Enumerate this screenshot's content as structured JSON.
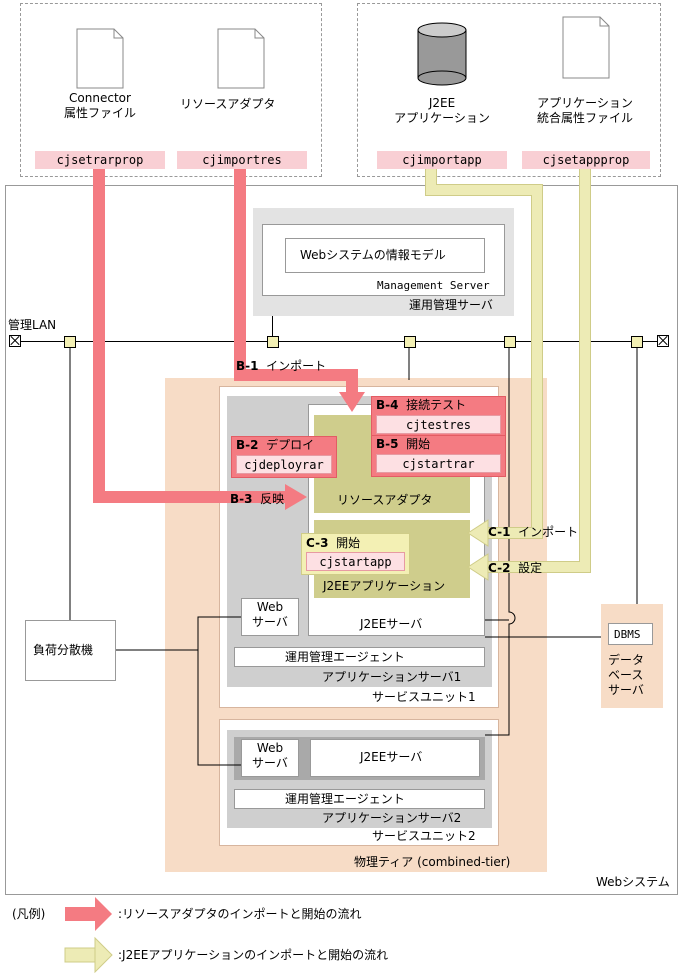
{
  "top_left": {
    "connector_file": [
      "Connector",
      "属性ファイル"
    ],
    "resource_adapter": "リソースアダプタ",
    "cmd_setrar": "cjsetrarprop",
    "cmd_importres": "cjimportres"
  },
  "top_right": {
    "j2ee_app": [
      "J2EE",
      "アプリケーション"
    ],
    "app_integrated_file": [
      "アプリケーション",
      "統合属性ファイル"
    ],
    "cmd_importapp": "cjimportapp",
    "cmd_setappprop": "cjsetappprop"
  },
  "management": {
    "model": "Webシステムの情報モデル",
    "server": "Management Server",
    "op_server": "運用管理サーバ",
    "lan": "管理LAN"
  },
  "steps": {
    "b1": {
      "num": "B-1",
      "label": "インポート"
    },
    "b2": {
      "num": "B-2",
      "label": "デプロイ",
      "cmd": "cjdeployrar"
    },
    "b3": {
      "num": "B-3",
      "label": "反映"
    },
    "b4": {
      "num": "B-4",
      "label": "接続テスト",
      "cmd": "cjtestres"
    },
    "b5": {
      "num": "B-5",
      "label": "開始",
      "cmd": "cjstartrar"
    },
    "c1": {
      "num": "C-1",
      "label": "インポート"
    },
    "c2": {
      "num": "C-2",
      "label": "設定"
    },
    "c3": {
      "num": "C-3",
      "label": "開始",
      "cmd": "cjstartapp"
    }
  },
  "unit1": {
    "resource_adapter": "リソースアダプタ",
    "j2ee_app": "J2EEアプリケーション",
    "web_server": [
      "Web",
      "サーバ"
    ],
    "j2ee_server": "J2EEサーバ",
    "agent": "運用管理エージェント",
    "app_server": "アプリケーションサーバ1",
    "service_unit": "サービスユニット1"
  },
  "unit2": {
    "web_server": [
      "Web",
      "サーバ"
    ],
    "j2ee_server": "J2EEサーバ",
    "agent": "運用管理エージェント",
    "app_server": "アプリケーションサーバ2",
    "service_unit": "サービスユニット2"
  },
  "load_balancer": "負荷分散機",
  "db": {
    "dbms": "DBMS",
    "label": [
      "データ",
      "ベース",
      "サーバ"
    ]
  },
  "tier": "物理ティア (combined-tier)",
  "web_system": "Webシステム",
  "legend": {
    "title": "(凡例)",
    "red": ":リソースアダプタのインポートと開始の流れ",
    "yellow": ":J2EEアプリケーションのインポートと開始の流れ"
  },
  "colors": {
    "red_flow": "#f47b82",
    "yellow_flow": "#e9e6a8",
    "tier_bg": "#f7dcc6",
    "olive": "#cfcd8c"
  }
}
